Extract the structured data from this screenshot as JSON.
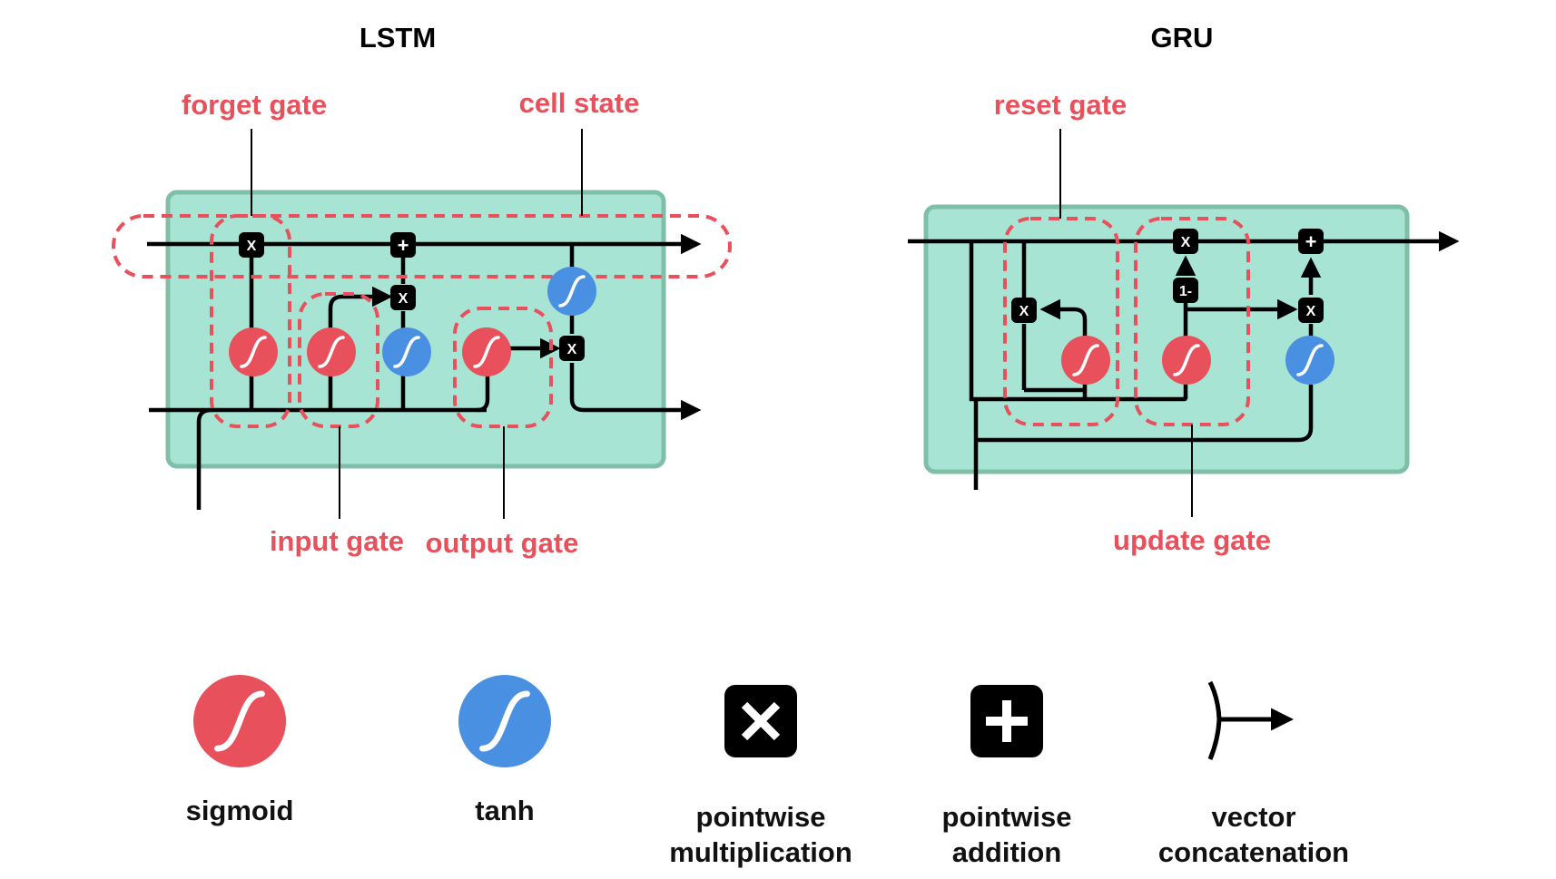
{
  "lstm": {
    "title": "LSTM",
    "labels": {
      "forget_gate": "forget gate",
      "cell_state": "cell state",
      "input_gate": "input gate",
      "output_gate": "output gate"
    }
  },
  "gru": {
    "title": "GRU",
    "labels": {
      "reset_gate": "reset gate",
      "update_gate": "update gate"
    }
  },
  "symbols": {
    "mult": "X",
    "add": "+",
    "one_minus": "1-"
  },
  "legend": {
    "sigmoid": "sigmoid",
    "tanh": "tanh",
    "mult_line1": "pointwise",
    "mult_line2": "multiplication",
    "add_line1": "pointwise",
    "add_line2": "addition",
    "concat_line1": "vector",
    "concat_line2": "concatenation"
  },
  "colors": {
    "cell_fill": "#a7e4d4",
    "cell_border": "#7fbfa8",
    "gate_dash": "#e8505b",
    "sigmoid": "#e8505b",
    "tanh": "#4a90e2",
    "op_box": "#000000",
    "line": "#000000"
  },
  "icons": [
    "sigmoid-icon",
    "tanh-icon",
    "pointwise-multiplication-icon",
    "pointwise-addition-icon",
    "vector-concatenation-icon"
  ]
}
